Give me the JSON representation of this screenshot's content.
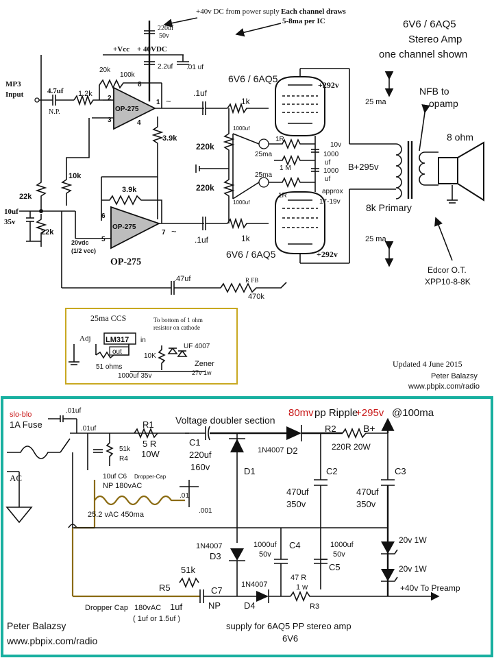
{
  "top": {
    "supply_note": "+40v DC from power suply",
    "draw_note_1": "Each channel draws",
    "draw_note_2": "5-8ma per IC",
    "title_1": "6V6 / 6AQ5",
    "title_2": "Stereo Amp",
    "title_3": "one channel shown",
    "c_220uf": "220uf",
    "c_220uf_v": "50v",
    "vcc": "+Vcc",
    "vdc": "+ 40VDC",
    "c_2_2uf": "2.2uf",
    "c_01uf": ".01 uf",
    "mp3": "MP3",
    "input": "Input",
    "c_4_7uf": "4.7uf",
    "np": "N.P.",
    "r_1_2k": "1.2k",
    "r_20k": "20k",
    "r_100k": "100k",
    "opamp_top": "OP-275",
    "pin2": "2",
    "pin3": "3",
    "pin8": "8",
    "pin4": "4",
    "pin1": "1",
    "r_3_9k_a": "3.9k",
    "r_10k": "10k",
    "r_22k_a": "22k",
    "r_22k_b": "22k",
    "c_10uf": "10uf",
    "c_10uf_v": "35v",
    "r_3_9k_b": "3.9k",
    "opamp_bot": "OP-275",
    "pin6": "6",
    "pin5": "5",
    "pin7": "7",
    "v20": "20vdc",
    "half_vcc": "(1/2 vcc)",
    "op275": "OP-275",
    "c_1uf_a": ".1uf",
    "c_1uf_b": ".1uf",
    "r_1k_a": "1k",
    "r_1k_b": "1k",
    "tube_top": "6V6 / 6AQ5",
    "tube_bot": "6V6 / 6AQ5",
    "v292_a": "+292v",
    "v292_b": "+292v",
    "ma25_a": "25 ma",
    "ma25_b": "25 ma",
    "c_1000uf_a": "1000uf",
    "c_1000uf_b": "1000uf",
    "ccs_25ma_a": "25ma",
    "ccs_25ma_b": "25ma",
    "r_1r_a": "1R",
    "r_1r_b": "1R",
    "r_1m": "1 M",
    "r_220k_a": "220k",
    "r_220k_b": "220k",
    "v10": "10v",
    "c_1000_a": "1000",
    "uf_a": "uf",
    "c_1000_b": "1000",
    "uf_b": "uf",
    "approx": "approx",
    "v17_19": "17-19v",
    "bplus295": "B+295v",
    "primary": "8k Primary",
    "nfb_1": "NFB to",
    "nfb_2": "opamp",
    "ohm8": "8  ohm",
    "c_47uf": ".47uf",
    "rfb": "R FB",
    "r_470k": "470k",
    "edcor_1": "Edcor O.T.",
    "edcor_2": "XPP10-8-8K",
    "ccs_title": "25ma  CCS",
    "ccs_note_1": "To bottom of 1 ohm",
    "ccs_note_2": "resistor on cathode",
    "adj": "Adj",
    "lm317": "LM317",
    "in": "in",
    "out": "out",
    "r_51ohm": "51 ohms",
    "uf4007": "UF 4007",
    "r_10k_ccs": "10K",
    "zener": "Zener",
    "zener_v": "27v 1w",
    "c_1000_35": "1000uf 35v",
    "updated": "Updated  4 June 2015",
    "author": "Peter Balazsy",
    "url": "www.pbpix.com/radio"
  },
  "bottom": {
    "fuse_1": "slo-blo",
    "fuse_2": "1A  Fuse",
    "c_01_a": ".01uf",
    "c_01_b": ".01uf",
    "r1": "R1",
    "r1_v": "5 R",
    "r1_w": "10W",
    "r4_a": "51k",
    "r4_b": "R4",
    "doubler": "Voltage doubler section",
    "ripple_a": "80mv",
    "ripple_b": "pp Ripple",
    "ripple_c": "+295v",
    "ripple_d": "@100ma",
    "c1": "C1",
    "c1_v": "220uf",
    "c1_w": "160v",
    "d2": "D2",
    "r2": "R2",
    "r2_v": "220R 20W",
    "bplus": "B+",
    "d1_part": "1N4007",
    "d1": "D1",
    "c2": "C2",
    "c3": "C3",
    "ac": "AC",
    "c6_a": "10uf C6",
    "c6_b": "Dropper-Cap",
    "c6_c": "NP 180vAC",
    "c_470_a": "470uf",
    "c_350_a": "350v",
    "c_470_b": "470uf",
    "c_350_b": "350v",
    "c_01_c": ".01",
    "c_001": ".001",
    "vac": "25.2 vAC 450ma",
    "z1": "20v 1W",
    "z2": "20v 1W",
    "d3_part": "1N4007",
    "d3": "D3",
    "c4": "C4",
    "c4_v": "1000uf",
    "c4_w": "50v",
    "c5": "C5",
    "c5_v": "1000uf",
    "c5_w": "50v",
    "r5_v": "51k",
    "r5": "R5",
    "c7": "C7",
    "np": "NP",
    "d4_part": "1N4007",
    "d4": "D4",
    "r3_v": "47 R",
    "r3_w": "1 w",
    "r3": "R3",
    "to_preamp": "+40v To Preamp",
    "dropper_1": "Dropper Cap",
    "dropper_2": "180vAC",
    "dropper_3": "1uf",
    "dropper_4": "( 1uf or 1.5uf )",
    "author": "Peter Balazsy",
    "url": "www.pbpix.com/radio",
    "supply_1": "supply for 6AQ5 PP stereo amp",
    "supply_2": "6V6"
  },
  "colors": {
    "frame": "#18b0a0",
    "ripple_red": "#c81818",
    "dropper_gold": "#8a6a10",
    "ccs_box": "#c8a820",
    "opamp_fill": "#bdbdbd"
  }
}
